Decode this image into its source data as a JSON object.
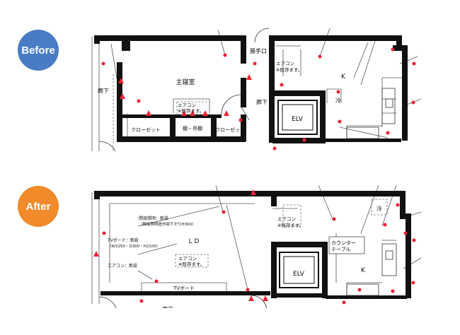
{
  "before": {
    "badge": "Before",
    "rooms": {
      "master_bedroom": "主寝室",
      "kitchen": "K",
      "elv": "ELV",
      "hall_left": "廊下",
      "hall_right": "廊下",
      "service_door": "勝手口",
      "closet_left": "クローゼット",
      "shelf": "棚・吊棚",
      "closet_right": "クローゼット",
      "fridge": "冷"
    },
    "notes": {
      "ac_top_line1": "エアコン",
      "ac_top_line2": "※既存ます。",
      "ac_mid_line1": "エアコン",
      "ac_mid_line2": "※既存ます。"
    },
    "cut_text": "廊下"
  },
  "after": {
    "badge": "After",
    "rooms": {
      "ld": "L D",
      "kitchen": "K",
      "elv": "ELV",
      "fridge": "冷",
      "tv_board": "TVボード"
    },
    "notes": {
      "lighting_line1": "間接照明：新設",
      "lighting_line2": "（間接照明造作部下がりH300）",
      "tv_line1": "TVボード：新設",
      "tv_line2": "（W3250・D300・H2100）",
      "ac_new": "エアコン：新設",
      "ac_top_line1": "エアコン",
      "ac_top_line2": "※既存ます。",
      "ac_mid_line1": "エアコン",
      "ac_mid_line2": "※既存ます。",
      "counter_line1": "カウンター",
      "counter_line2": "テーブル"
    },
    "cut_text": "廊下"
  }
}
